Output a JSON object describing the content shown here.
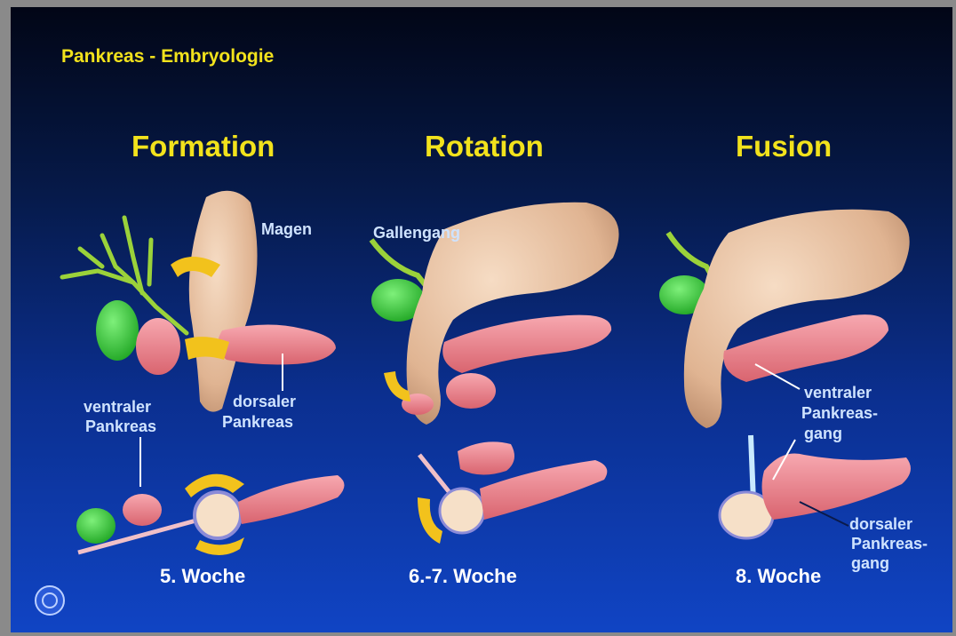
{
  "title": "Pankreas - Embryologie",
  "stages": [
    {
      "heading": "Formation",
      "week": "5. Woche"
    },
    {
      "heading": "Rotation",
      "week": "6.-7. Woche"
    },
    {
      "heading": "Fusion",
      "week": "8. Woche"
    }
  ],
  "labels": {
    "magen": "Magen",
    "gallengang": "Gallengang",
    "ventraler_pankreas_line1": "ventraler",
    "ventraler_pankreas_line2": "Pankreas",
    "dorsaler_pankreas_line1": "dorsaler",
    "dorsaler_pankreas_line2": "Pankreas",
    "ventraler_gang_line1": "ventraler",
    "ventraler_gang_line2": "Pankreas-",
    "ventraler_gang_line3": "gang",
    "dorsaler_gang_line1": "dorsaler",
    "dorsaler_gang_line2": "Pankreas-",
    "dorsaler_gang_line3": "gang"
  },
  "colors": {
    "heading": "#f2e21c",
    "label": "#cfe3ff",
    "week": "#ffffff",
    "stomach": "#e8c2a2",
    "pancreas": "#f08a92",
    "gallbladder": "#35cc35",
    "arrow": "#f2c21c"
  }
}
